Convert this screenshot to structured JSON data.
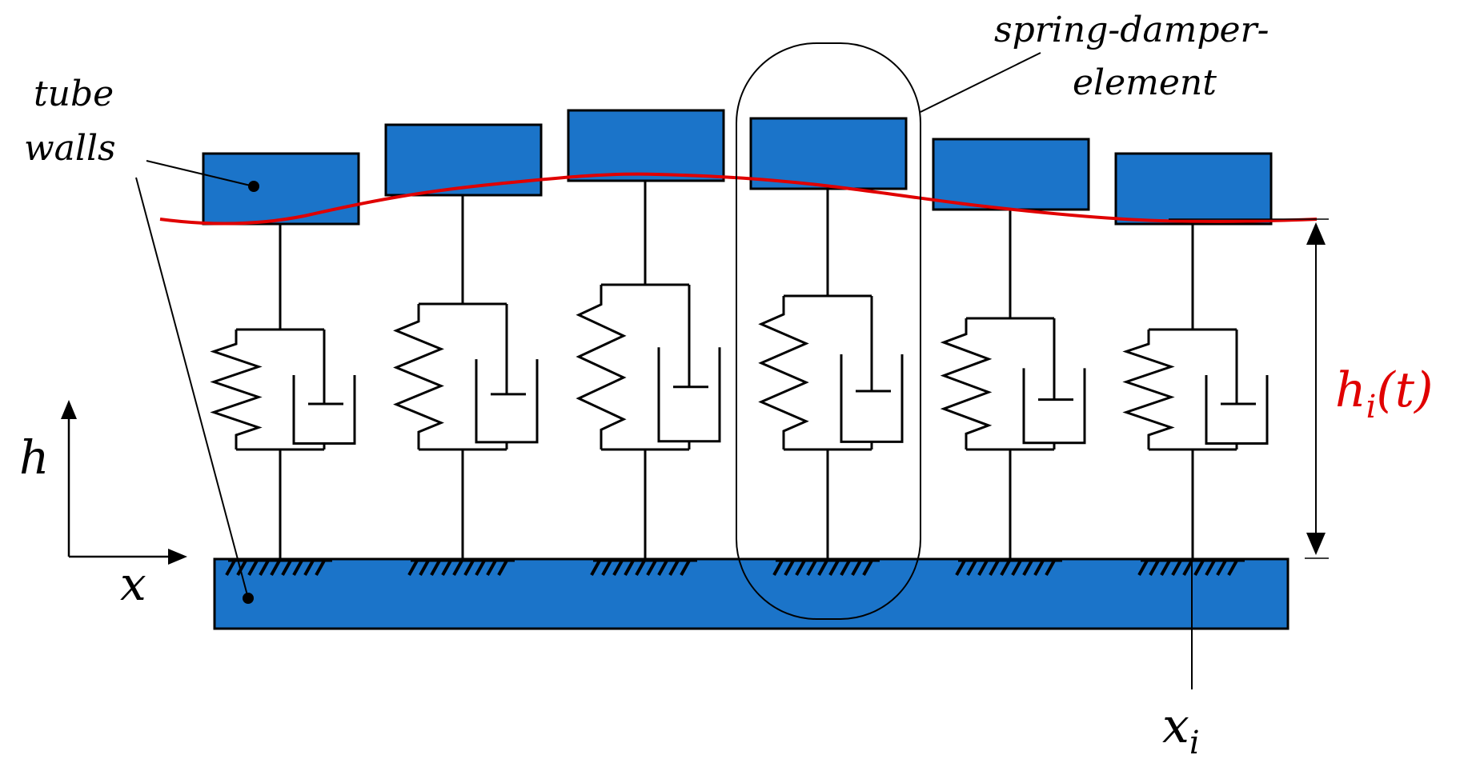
{
  "labels": {
    "tube_walls_line1": "tube",
    "tube_walls_line2": "walls",
    "spring_damper_line1": "spring-damper-",
    "spring_damper_line2": "element",
    "h_axis": "h",
    "x_axis": "x",
    "height_base": "h",
    "height_sub": "i",
    "height_arg": "(t)",
    "xi_base": "x",
    "xi_sub": "i"
  },
  "colors": {
    "wall_fill": "#1b74c9",
    "stroke": "#000000",
    "profile_curve": "#e00000",
    "height_label": "#e00000"
  },
  "diagram": {
    "element_count": 6,
    "top_masses_count": 6,
    "highlighted_element_index": 3
  }
}
